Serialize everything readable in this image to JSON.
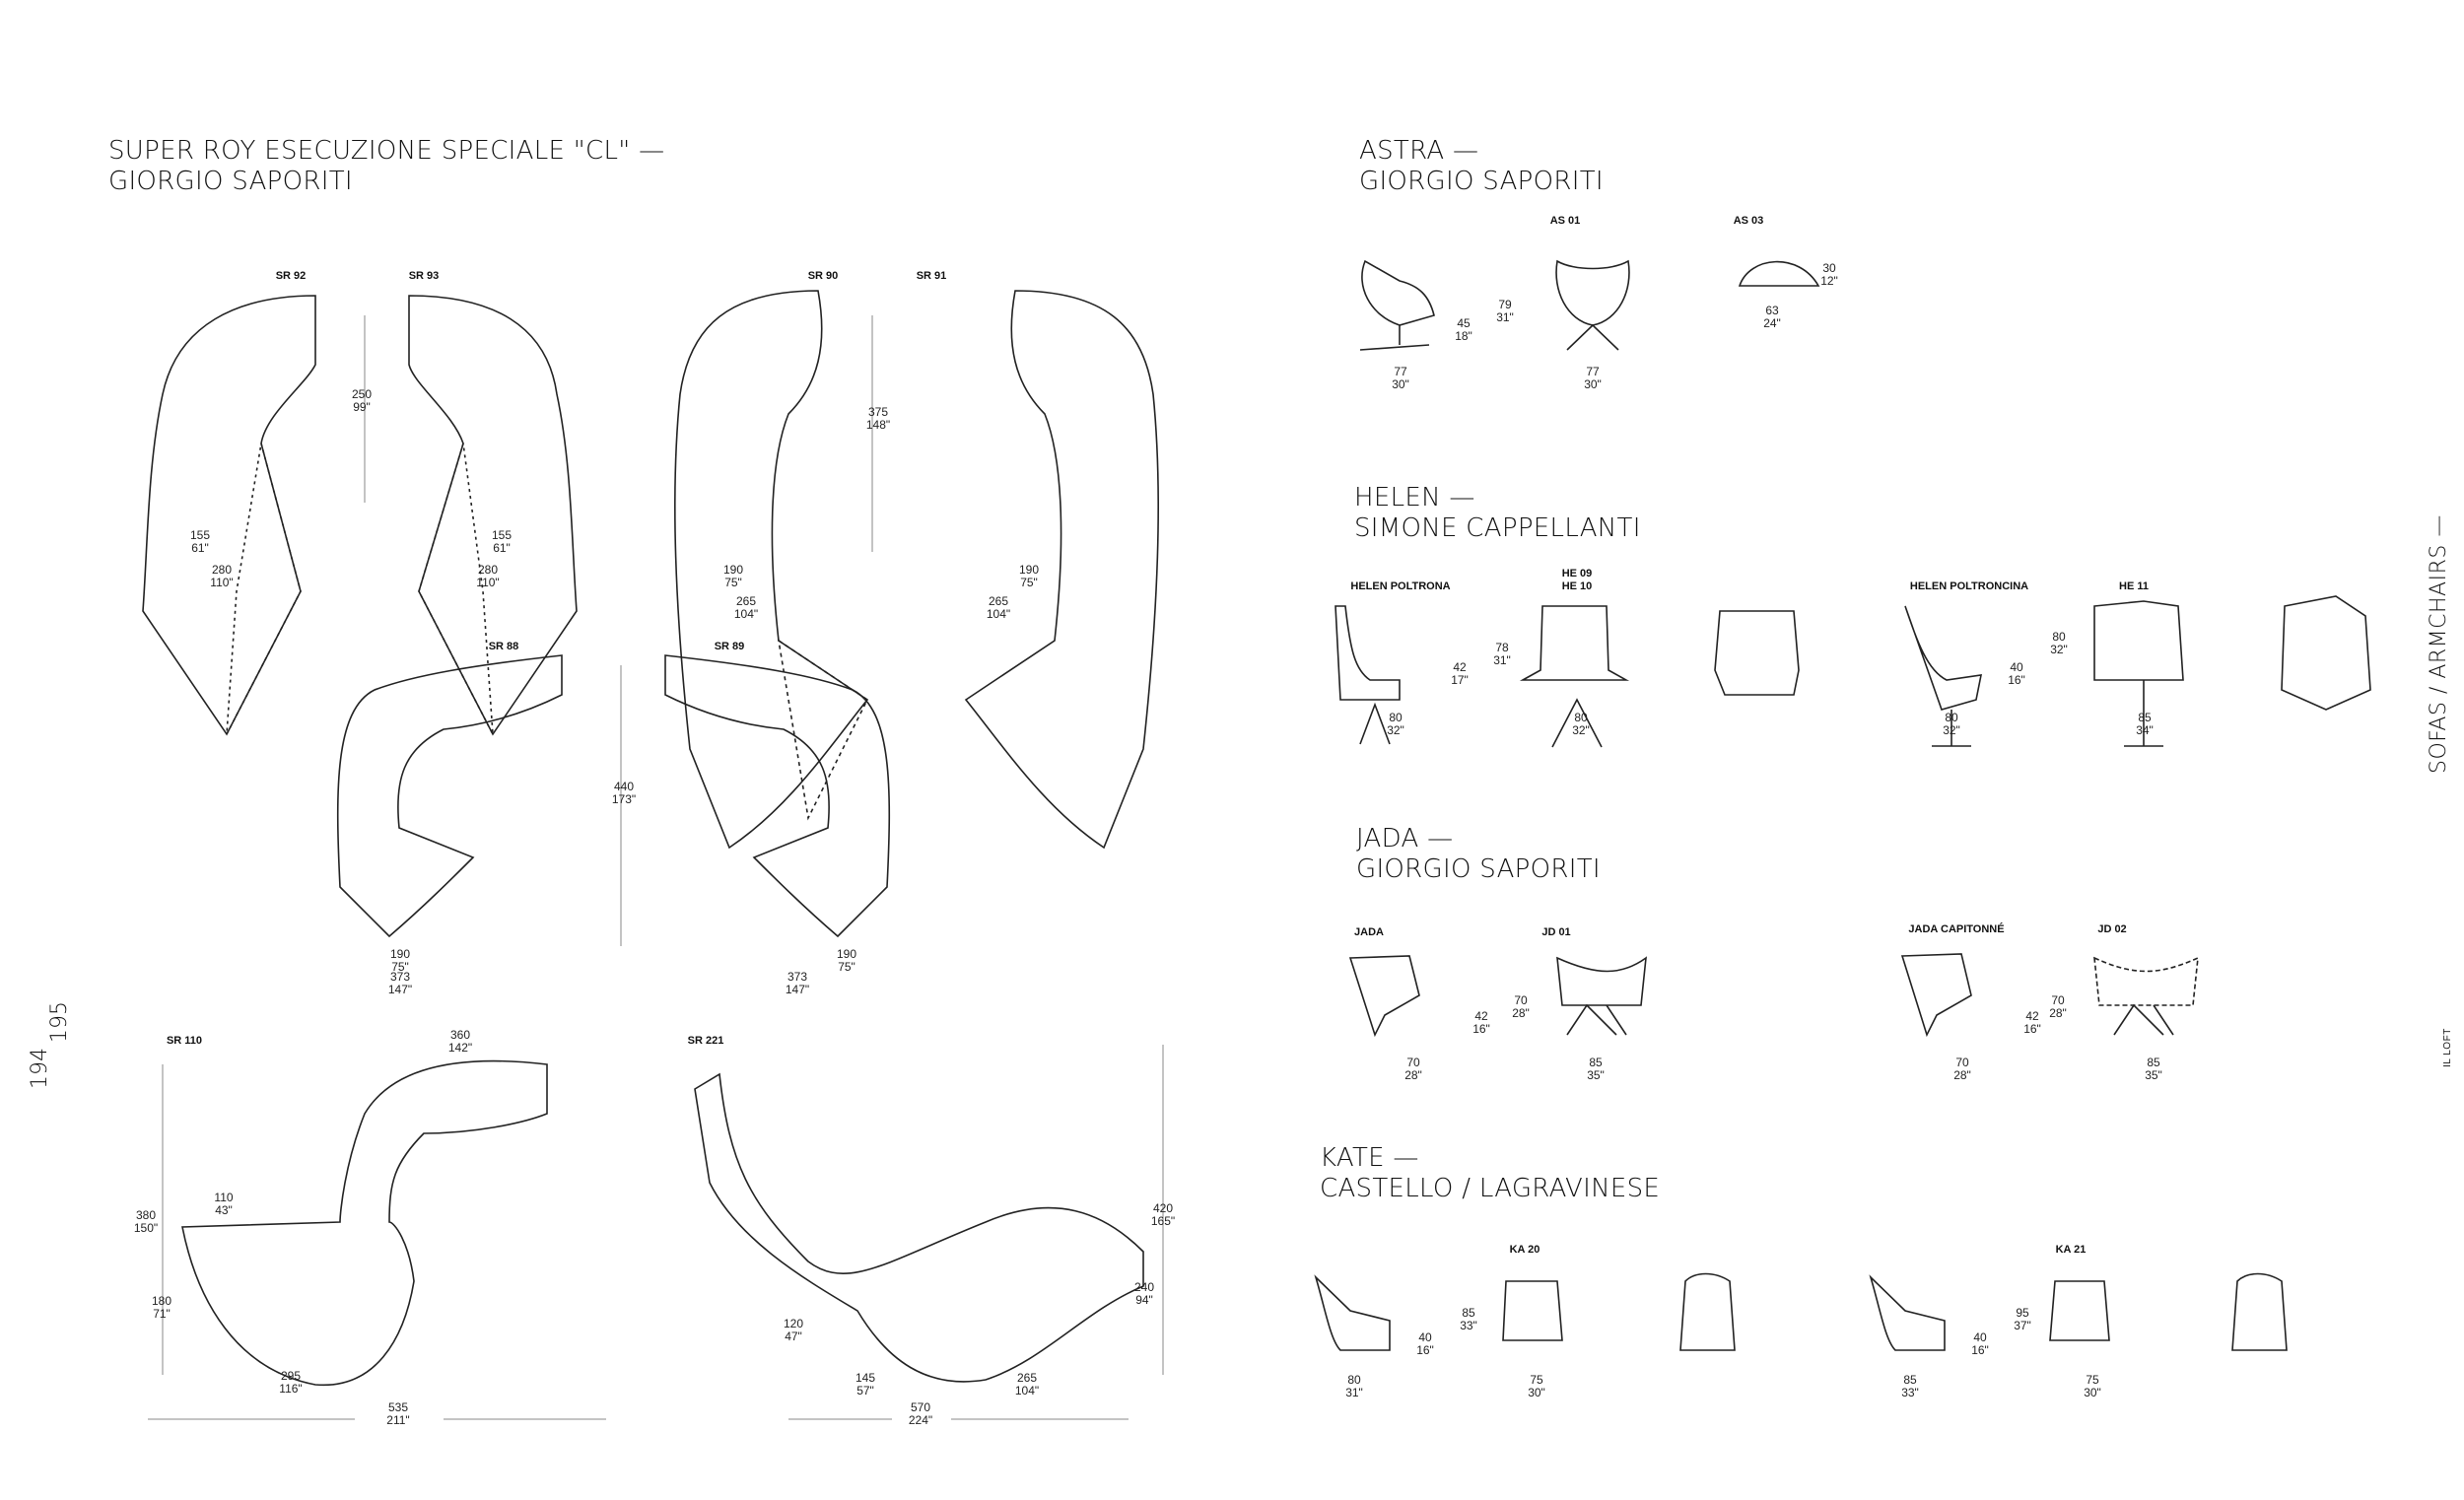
{
  "page_numbers": {
    "left": "194",
    "right": "195"
  },
  "side_label": "SOFAS / ARMCHAIRS —",
  "brand": "IL LOFT",
  "super_roy": {
    "title": [
      "SUPER ROY ESECUZIONE SPECIALE \"CL\" —",
      "GIORGIO SAPORITI"
    ],
    "codes": [
      "SR 92",
      "SR 93",
      "SR 90",
      "SR 91",
      "SR 88",
      "SR 89",
      "SR 110",
      "SR 221"
    ],
    "dims": [
      {
        "v": "250",
        "i": "99\""
      },
      {
        "v": "155",
        "i": "61\""
      },
      {
        "v": "155",
        "i": "61\""
      },
      {
        "v": "280",
        "i": "110\""
      },
      {
        "v": "280",
        "i": "110\""
      },
      {
        "v": "375",
        "i": "148\""
      },
      {
        "v": "190",
        "i": "75\""
      },
      {
        "v": "190",
        "i": "75\""
      },
      {
        "v": "265",
        "i": "104\""
      },
      {
        "v": "265",
        "i": "104\""
      },
      {
        "v": "440",
        "i": "173\""
      },
      {
        "v": "190",
        "i": "75\""
      },
      {
        "v": "190",
        "i": "75\""
      },
      {
        "v": "373",
        "i": "147\""
      },
      {
        "v": "373",
        "i": "147\""
      },
      {
        "v": "360",
        "i": "142\""
      },
      {
        "v": "110",
        "i": "43\""
      },
      {
        "v": "380",
        "i": "150\""
      },
      {
        "v": "180",
        "i": "71\""
      },
      {
        "v": "295",
        "i": "116\""
      },
      {
        "v": "535",
        "i": "211\""
      },
      {
        "v": "420",
        "i": "165\""
      },
      {
        "v": "240",
        "i": "94\""
      },
      {
        "v": "120",
        "i": "47\""
      },
      {
        "v": "145",
        "i": "57\""
      },
      {
        "v": "265",
        "i": "104\""
      },
      {
        "v": "570",
        "i": "224\""
      }
    ]
  },
  "astra": {
    "title": [
      "ASTRA —",
      "GIORGIO SAPORITI"
    ],
    "codes": [
      "AS 01",
      "AS 03"
    ],
    "dims": [
      {
        "v": "79",
        "i": "31\""
      },
      {
        "v": "45",
        "i": "18\""
      },
      {
        "v": "77",
        "i": "30\""
      },
      {
        "v": "77",
        "i": "30\""
      },
      {
        "v": "30",
        "i": "12\""
      },
      {
        "v": "63",
        "i": "24\""
      }
    ]
  },
  "helen": {
    "title": [
      "HELEN —",
      "SIMONE CAPPELLANTI"
    ],
    "codes": [
      "HELEN POLTRONA",
      "HE 09",
      "HE 10",
      "HELEN POLTRONCINA",
      "HE 11"
    ],
    "dims": [
      {
        "v": "78",
        "i": "31\""
      },
      {
        "v": "42",
        "i": "17\""
      },
      {
        "v": "80",
        "i": "32\""
      },
      {
        "v": "80",
        "i": "32\""
      },
      {
        "v": "80",
        "i": "32\""
      },
      {
        "v": "40",
        "i": "16\""
      },
      {
        "v": "80",
        "i": "32\""
      },
      {
        "v": "85",
        "i": "34\""
      }
    ]
  },
  "jada": {
    "title": [
      "JADA —",
      "GIORGIO SAPORITI"
    ],
    "codes": [
      "JADA",
      "JD 01",
      "JADA CAPITONNÉ",
      "JD 02"
    ],
    "dims": [
      {
        "v": "70",
        "i": "28\""
      },
      {
        "v": "42",
        "i": "16\""
      },
      {
        "v": "70",
        "i": "28\""
      },
      {
        "v": "85",
        "i": "35\""
      },
      {
        "v": "70",
        "i": "28\""
      },
      {
        "v": "42",
        "i": "16\""
      },
      {
        "v": "70",
        "i": "28\""
      },
      {
        "v": "85",
        "i": "35\""
      }
    ]
  },
  "kate": {
    "title": [
      "KATE —",
      "CASTELLO / LAGRAVINESE"
    ],
    "codes": [
      "KA 20",
      "KA 21"
    ],
    "dims": [
      {
        "v": "85",
        "i": "33\""
      },
      {
        "v": "40",
        "i": "16\""
      },
      {
        "v": "80",
        "i": "31\""
      },
      {
        "v": "75",
        "i": "30\""
      },
      {
        "v": "95",
        "i": "37\""
      },
      {
        "v": "40",
        "i": "16\""
      },
      {
        "v": "85",
        "i": "33\""
      },
      {
        "v": "75",
        "i": "30\""
      }
    ]
  }
}
